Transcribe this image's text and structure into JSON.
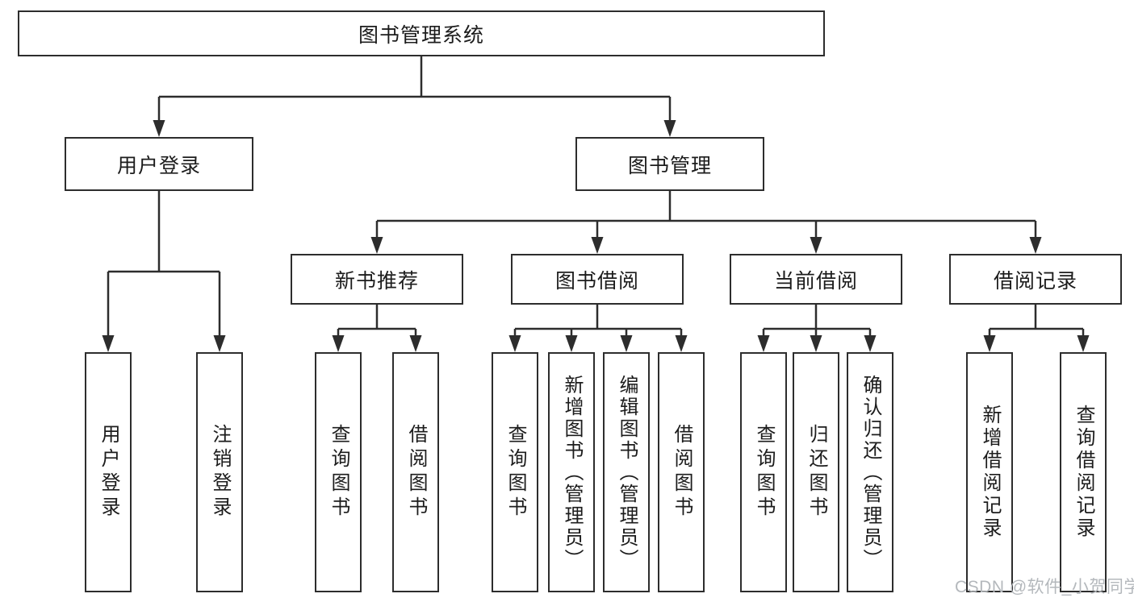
{
  "diagram_title": "图书管理系统",
  "nodes": {
    "root": {
      "label": "图书管理系统"
    },
    "level2": [
      {
        "label": "用户登录",
        "parent": "图书管理系统"
      },
      {
        "label": "图书管理",
        "parent": "图书管理系统"
      }
    ],
    "level3": [
      {
        "label": "新书推荐",
        "parent": "图书管理"
      },
      {
        "label": "图书借阅",
        "parent": "图书管理"
      },
      {
        "label": "当前借阅",
        "parent": "图书管理"
      },
      {
        "label": "借阅记录",
        "parent": "图书管理"
      }
    ],
    "leaves": [
      {
        "label": "用户登录",
        "parent": "用户登录"
      },
      {
        "label": "注销登录",
        "parent": "用户登录"
      },
      {
        "label": "查询图书",
        "parent": "新书推荐"
      },
      {
        "label": "借阅图书",
        "parent": "新书推荐"
      },
      {
        "label": "查询图书",
        "parent": "图书借阅"
      },
      {
        "label": "新增图书（管理员）",
        "parent": "图书借阅"
      },
      {
        "label": "编辑图书（管理员）",
        "parent": "图书借阅"
      },
      {
        "label": "借阅图书",
        "parent": "图书借阅"
      },
      {
        "label": "查询图书",
        "parent": "当前借阅"
      },
      {
        "label": "归还图书",
        "parent": "当前借阅"
      },
      {
        "label": "确认归还（管理员）",
        "parent": "当前借阅"
      },
      {
        "label": "新增借阅记录",
        "parent": "借阅记录"
      },
      {
        "label": "查询借阅记录",
        "parent": "借阅记录"
      }
    ]
  },
  "watermark": {
    "text": "CSDN @软件_小贺同学",
    "color": "#b4b8bc"
  },
  "colors": {
    "line": "#2d2d2d",
    "box_background": "#ffffff",
    "text": "#1c1c1c"
  }
}
